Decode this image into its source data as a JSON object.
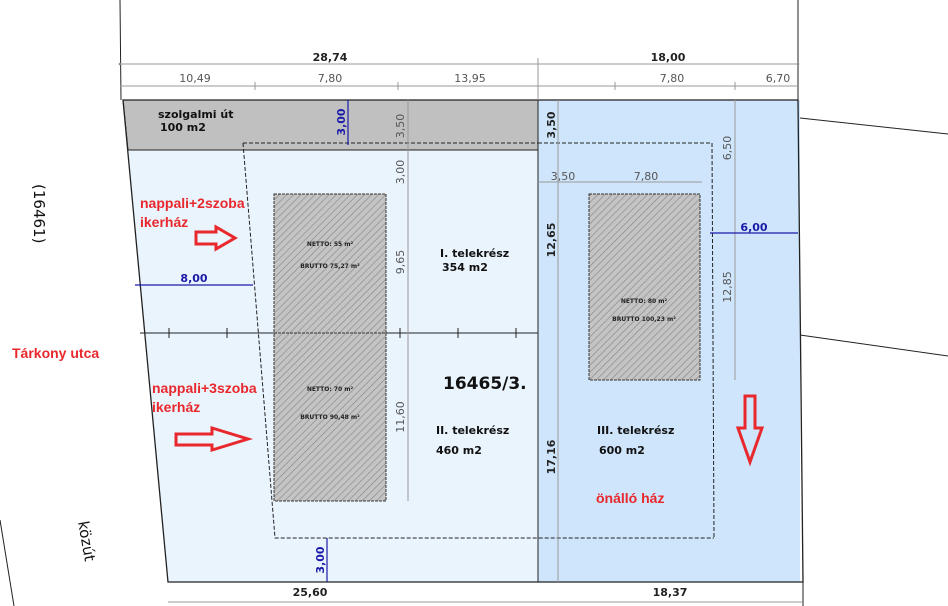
{
  "colors": {
    "road": "#c0c0c0",
    "plot_light": "#eaf4fd",
    "plot_blue": "#cfe5fb",
    "blue_dim": "#1a1aa8",
    "red": "#e8282c",
    "building": "#b8b8b8"
  },
  "parcel_number": "16465/3.",
  "neighbour_parcel": "(16461)",
  "street": "Tárkony utca",
  "public_road": "közút",
  "road": {
    "name": "szolgalmi út",
    "area": "100 m2"
  },
  "parts": [
    {
      "name": "I. telekrész",
      "area": "354 m2"
    },
    {
      "name": "II. telekrész",
      "area": "460 m2"
    },
    {
      "name": "III. telekrész",
      "area": "600 m2"
    }
  ],
  "buildings": [
    {
      "netto": "NETTO: 55 m²",
      "brutto": "BRUTTO 75,27 m²"
    },
    {
      "netto": "NETTO: 70 m²",
      "brutto": "BRUTTO 90,48 m²"
    },
    {
      "netto": "NETTO: 80 m²",
      "brutto": "BRUTTO 100,23 m²"
    }
  ],
  "notes": {
    "house1_line1": "nappali+2szoba",
    "house1_line2": "ikerház",
    "house2_line1": "nappali+3szoba",
    "house2_line2": "ikerház",
    "house3": "önálló ház"
  },
  "dims": {
    "top_total_left": "28,74",
    "top_total_right": "18,00",
    "top_row": [
      "10,49",
      "7,80",
      "13,95",
      "7,80",
      "6,70"
    ],
    "bottom_left": "25,60",
    "bottom_right": "18,37",
    "road_depth_blue": "3,00",
    "col1": [
      "3,50",
      "3,00",
      "9,65",
      "11,60"
    ],
    "col2": [
      "3,50",
      "12,65",
      "17,16"
    ],
    "col3": [
      "6,50",
      "12,85"
    ],
    "part3_row": [
      "3,50",
      "7,80"
    ],
    "setback_left": "8,00",
    "setback_right": "6,00",
    "setback_bottom": "3,00"
  }
}
